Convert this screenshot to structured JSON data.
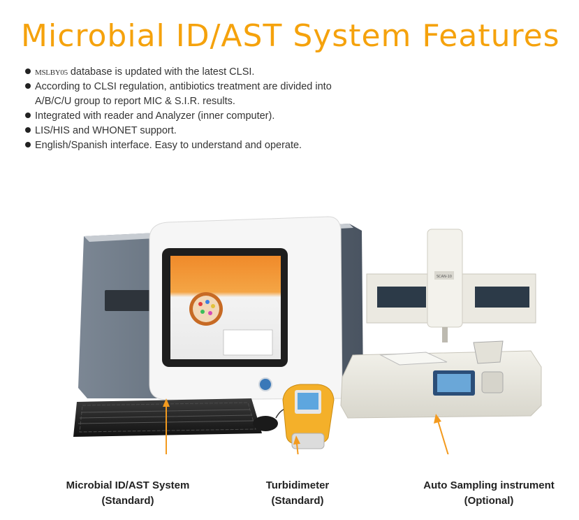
{
  "title": "Microbial ID/AST System Features",
  "features": [
    {
      "prefix": "MSLBY05",
      "text": " database is updated with the latest CLSI."
    },
    {
      "text": "According to CLSI regulation, antibiotics treatment are divided into"
    },
    {
      "text": "A/B/C/U group to report MIC & S.I.R. results."
    },
    {
      "text": "Integrated with reader and Analyzer (inner computer)."
    },
    {
      "text": "LIS/HIS and WHONET support."
    },
    {
      "text": "English/Spanish interface. Easy to understand and operate."
    }
  ],
  "labels": {
    "system": {
      "line1": "Microbial ID/AST System",
      "line2": "(Standard)"
    },
    "turbidimeter": {
      "line1": "Turbidimeter",
      "line2": "(Standard)"
    },
    "sampler": {
      "line1": "Auto Sampling instrument",
      "line2": "(Optional)"
    }
  },
  "device_text": {
    "sampler_tag": "SCAN-10"
  },
  "colors": {
    "title": "#f5a20c",
    "arrow": "#f39a1e"
  }
}
